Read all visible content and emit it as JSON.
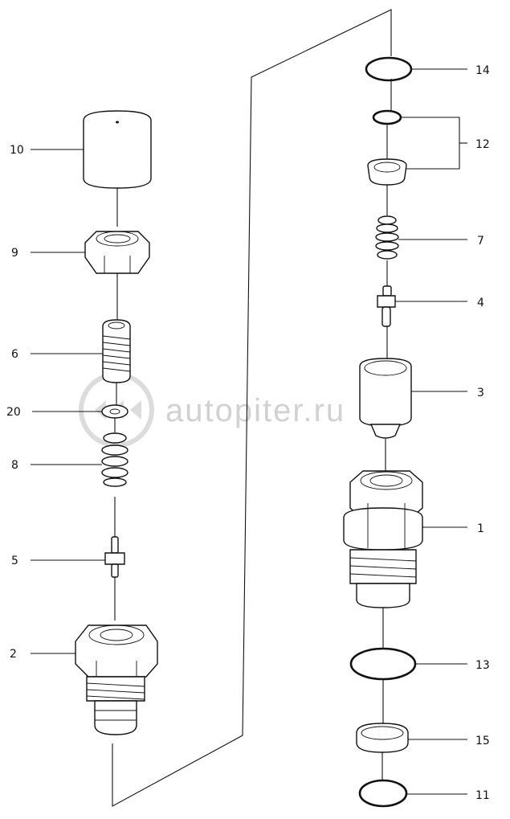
{
  "watermark": {
    "text": "autopiter.ru"
  },
  "labels": {
    "p10": "10",
    "p9": "9",
    "p6": "6",
    "p20": "20",
    "p8": "8",
    "p5": "5",
    "p2": "2",
    "p14": "14",
    "p12": "12",
    "p7": "7",
    "p4": "4",
    "p3": "3",
    "p1": "1",
    "p13": "13",
    "p15": "15",
    "p11": "11"
  },
  "colors": {
    "line": "#111111",
    "watermark": "#c9c9c9",
    "background": "#ffffff"
  }
}
